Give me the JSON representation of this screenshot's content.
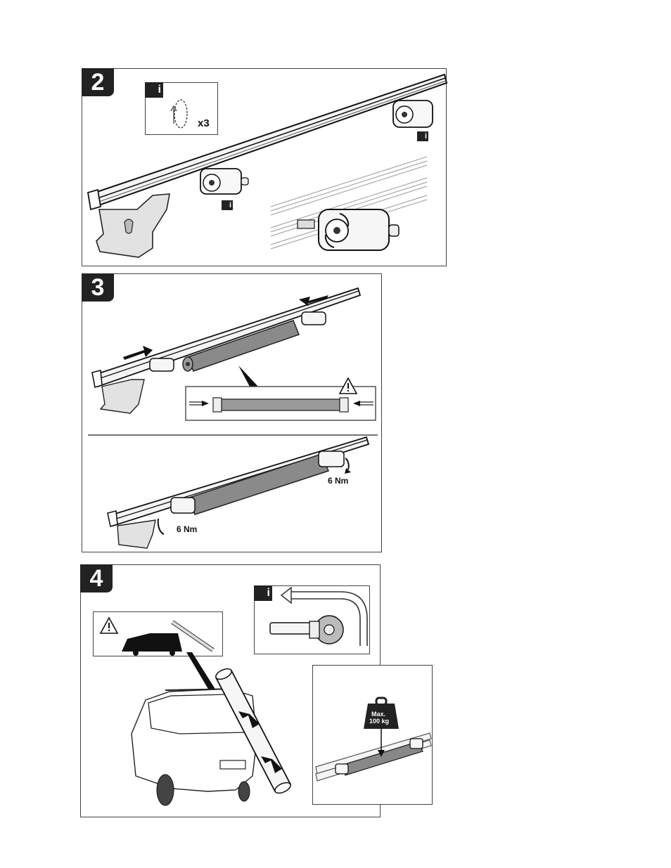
{
  "steps": [
    {
      "number": "2",
      "info_icon": "i",
      "rotation_count": "x3"
    },
    {
      "number": "3",
      "torque_left": "6 Nm",
      "torque_right": "6 Nm"
    },
    {
      "number": "4",
      "weight_label_line1": "Max.",
      "weight_label_line2": "100 kg",
      "info_icon": "i"
    }
  ],
  "icons": {
    "info": "info-icon",
    "warning": "warning-triangle-icon",
    "rotate": "rotate-arrow-icon",
    "weight": "weight-icon"
  }
}
